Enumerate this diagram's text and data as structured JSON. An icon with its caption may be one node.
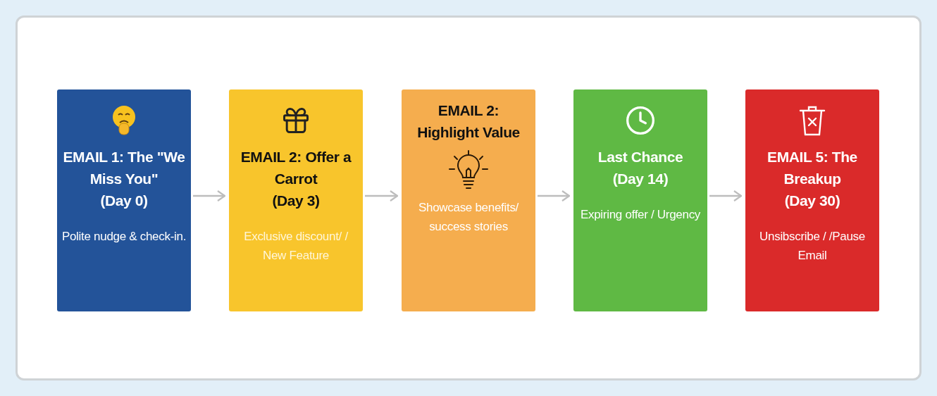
{
  "diagram": {
    "nodes": [
      {
        "text": [
          "EMAIL 1: The \"We Miss You\"",
          "(Day 0)",
          "Polite nudge & check-in."
        ]
      },
      {
        "text": [
          "EMAIL 2: Offer a Carrot",
          "(Day 3)",
          "Exclusive discount/ / New Feature"
        ]
      },
      {
        "text": [
          "EMAIL 2: Highlight Value",
          "Showcase benefits/ success stories"
        ]
      },
      {
        "text": [
          "Last Chance",
          "(Day 14)",
          "Expiring offer / Urgency"
        ]
      },
      {
        "text": [
          "EMAIL 5: The Breakup",
          "(Day 30)",
          "Unsibscribe / /Pause Email"
        ]
      }
    ],
    "edges": [
      {
        "from": 0,
        "to": 1,
        "arrow": "to"
      },
      {
        "from": 1,
        "to": 2,
        "arrow": "to"
      },
      {
        "from": 2,
        "to": 3,
        "arrow": "to"
      },
      {
        "from": 3,
        "to": 4,
        "arrow": "to"
      }
    ]
  }
}
